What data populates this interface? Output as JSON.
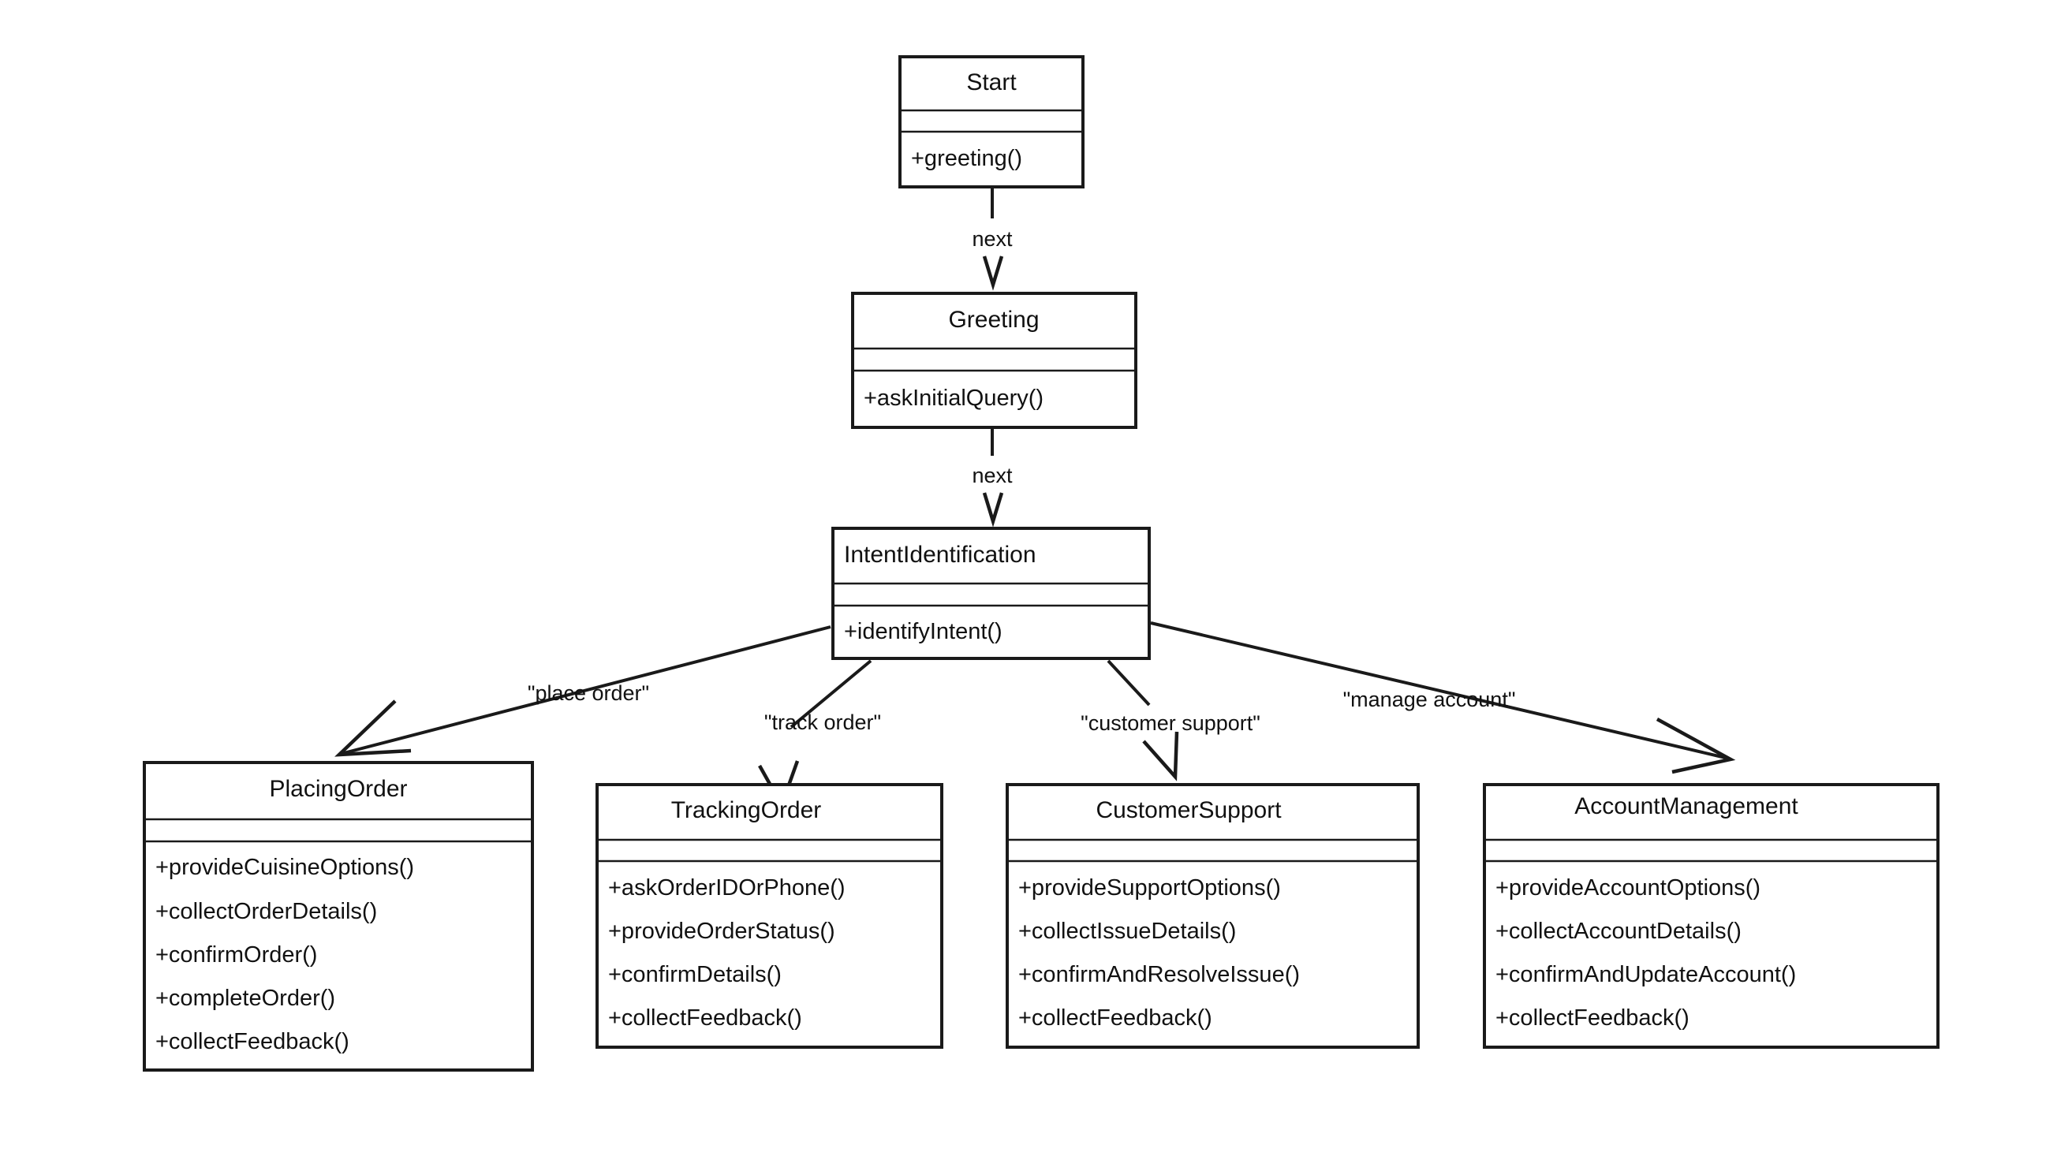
{
  "diagram": {
    "kind": "uml-class-diagram",
    "title_text": "",
    "background_color": "#ffffff",
    "line_color": "#1a1a1a",
    "text_color": "#111111",
    "classes": [
      {
        "id": "start",
        "name": "Start",
        "name_align": "center",
        "attributes": [],
        "methods": [
          "+greeting()"
        ]
      },
      {
        "id": "greeting",
        "name": "Greeting",
        "name_align": "center",
        "attributes": [],
        "methods": [
          "+askInitialQuery()"
        ]
      },
      {
        "id": "intent_identification",
        "name": "IntentIdentification",
        "name_align": "left",
        "attributes": [],
        "methods": [
          "+identifyIntent()"
        ]
      },
      {
        "id": "placing_order",
        "name": "PlacingOrder",
        "name_align": "center",
        "attributes": [],
        "methods": [
          "+provideCuisineOptions()",
          "+collectOrderDetails()",
          "+confirmOrder()",
          "+completeOrder()",
          "+collectFeedback()"
        ]
      },
      {
        "id": "tracking_order",
        "name": "TrackingOrder",
        "name_align": "center",
        "attributes": [],
        "methods": [
          "+askOrderIDOrPhone()",
          "+provideOrderStatus()",
          "+confirmDetails()",
          "+collectFeedback()"
        ]
      },
      {
        "id": "customer_support",
        "name": "CustomerSupport",
        "name_align": "center",
        "attributes": [],
        "methods": [
          "+provideSupportOptions()",
          "+collectIssueDetails()",
          "+confirmAndResolveIssue()",
          "+collectFeedback()"
        ]
      },
      {
        "id": "account_management",
        "name": "AccountManagement",
        "name_align": "center",
        "attributes": [],
        "methods": [
          "+provideAccountOptions()",
          "+collectAccountDetails()",
          "+confirmAndUpdateAccount()",
          "+collectFeedback()"
        ]
      }
    ],
    "edges": [
      {
        "id": "e_start_greeting",
        "from": "start",
        "to": "greeting",
        "label": "next"
      },
      {
        "id": "e_greeting_intent",
        "from": "greeting",
        "to": "intent_identification",
        "label": "next"
      },
      {
        "id": "e_intent_placing",
        "from": "intent_identification",
        "to": "placing_order",
        "label": "\"place order\""
      },
      {
        "id": "e_intent_tracking",
        "from": "intent_identification",
        "to": "tracking_order",
        "label": "\"track order\""
      },
      {
        "id": "e_intent_support",
        "from": "intent_identification",
        "to": "customer_support",
        "label": "\"customer support\""
      },
      {
        "id": "e_intent_account",
        "from": "intent_identification",
        "to": "account_management",
        "label": "\"manage account\""
      }
    ]
  }
}
